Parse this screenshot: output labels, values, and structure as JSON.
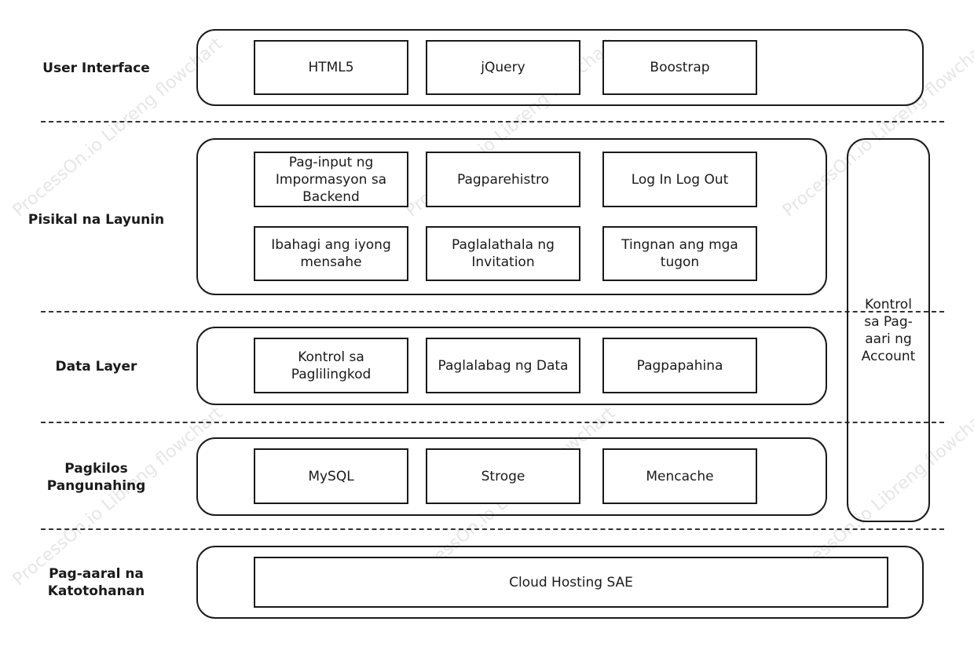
{
  "layers": [
    {
      "label": "User Interface"
    },
    {
      "label": "Pisikal na Layunin"
    },
    {
      "label": "Data Layer"
    },
    {
      "label": "Pagkilos Pangunahing"
    },
    {
      "label": "Pag-aaral na Katotohanan"
    }
  ],
  "ui": [
    "HTML5",
    "jQuery",
    "Boostrap"
  ],
  "physical": [
    "Pag-input ng Impormasyon sa Backend",
    "Pagparehistro",
    "Log In Log Out",
    "Ibahagi ang iyong mensahe",
    "Paglalathala ng Invitation",
    "Tingnan ang mga tugon"
  ],
  "data_layer": [
    "Kontrol sa Paglilingkod",
    "Paglalabag ng Data",
    "Pagpapahina"
  ],
  "core": [
    "MySQL",
    "Stroge",
    "Mencache"
  ],
  "infra": [
    "Cloud Hosting SAE"
  ],
  "side": "Kontrol sa Pag-aari ng Account",
  "watermark": "ProcessOn.io Libreng flowchart"
}
